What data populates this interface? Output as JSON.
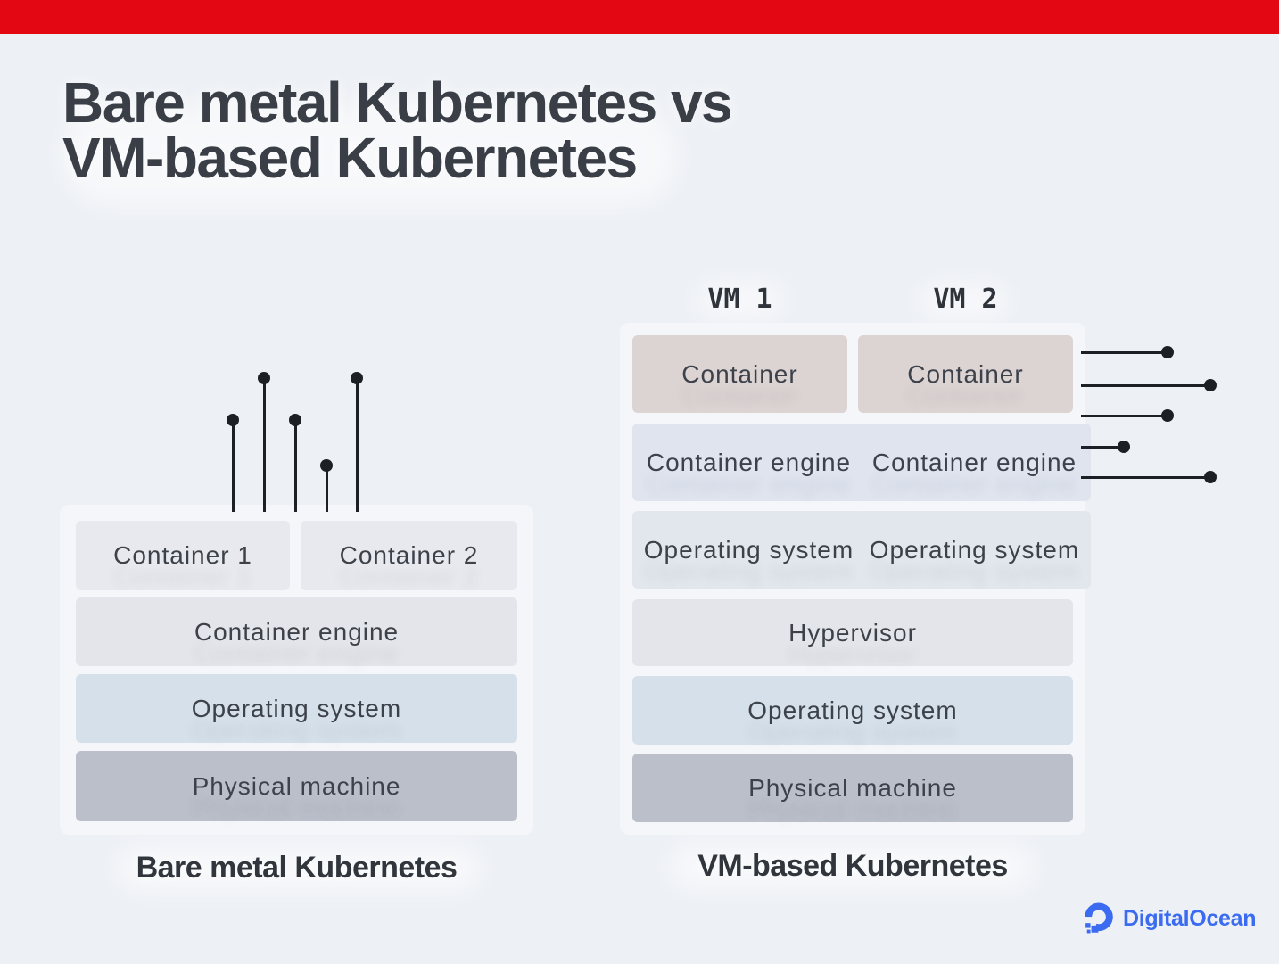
{
  "header": {
    "bar_color": "#e30613"
  },
  "title": {
    "line1": "Bare metal Kubernetes vs",
    "line2": "VM-based Kubernetes"
  },
  "bare_metal": {
    "caption": "Bare metal Kubernetes",
    "containers": {
      "c1": "Container 1",
      "c2": "Container 2"
    },
    "engine": "Container engine",
    "os": "Operating system",
    "machine": "Physical machine"
  },
  "vm_based": {
    "caption": "VM-based Kubernetes",
    "vm1_label": "VM 1",
    "vm2_label": "VM 2",
    "vm1": {
      "container": "Container",
      "engine": "Container engine",
      "os": "Operating system"
    },
    "vm2": {
      "container": "Container",
      "engine": "Container engine",
      "os": "Operating system"
    },
    "hypervisor": "Hypervisor",
    "host_os": "Operating system",
    "machine": "Physical machine"
  },
  "branding": {
    "name": "DigitalOcean"
  },
  "colors": {
    "background": "#edf0f5",
    "accent_red": "#e30613",
    "digitalocean_blue": "#3a6bf0",
    "box_taupe": "#dcd3d3",
    "box_blue": "#d6e0ea",
    "box_grey": "#e3e5ea",
    "box_dark": "#babfca",
    "pin_black": "#1c1f24"
  }
}
